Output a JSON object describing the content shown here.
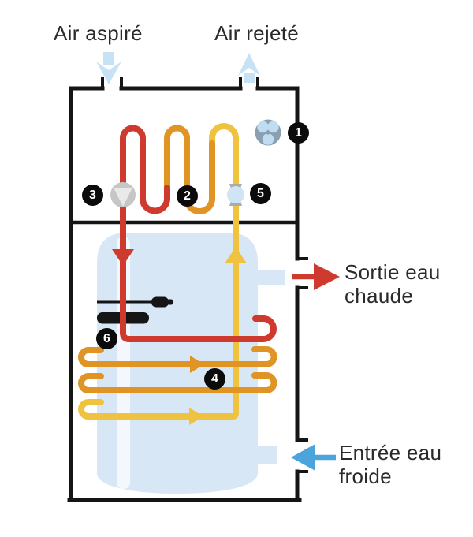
{
  "diagram": {
    "air_intake_label": "Air aspiré",
    "air_exhaust_label": "Air rejeté",
    "hot_water_label_line1": "Sortie eau",
    "hot_water_label_line2": "chaude",
    "cold_water_label_line1": "Entrée eau",
    "cold_water_label_line2": "froide"
  },
  "badges": [
    {
      "label": "1"
    },
    {
      "label": "2"
    },
    {
      "label": "3"
    },
    {
      "label": "4"
    },
    {
      "label": "5"
    },
    {
      "label": "6"
    }
  ],
  "icons": {
    "fan": "fan-icon",
    "compressor": "compressor-icon",
    "expansion_valve": "expansion-valve-icon",
    "heating_element": "heating-element-icon"
  },
  "colors": {
    "red": "#cf3a2e",
    "orange": "#e09423",
    "yellow": "#efc340",
    "tank_blue": "#d8e7f5",
    "pale_blue": "#c7e1f5",
    "cold_blue": "#4ba4dc",
    "fan_gray_blue": "#8c9fb1",
    "fan_blade": "#bfdcf0",
    "gray": "#c6c6c6",
    "valve_blue": "#cfe5f7",
    "wall_black": "#151515",
    "badge_black": "#0b0b0b",
    "text": "#2a2a2a"
  }
}
